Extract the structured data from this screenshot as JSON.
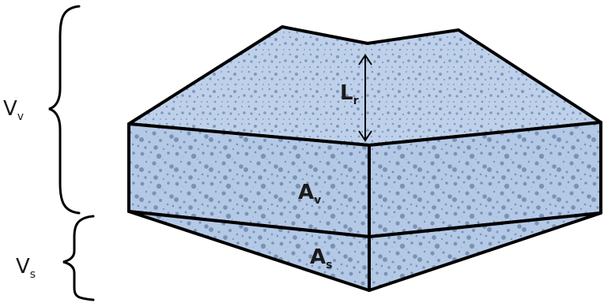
{
  "labels": {
    "lr": {
      "main": "L",
      "sub": "r"
    },
    "av": {
      "main": "A",
      "sub": "v"
    },
    "as": {
      "main": "A",
      "sub": "s"
    },
    "vv": {
      "main": "V",
      "sub": "v"
    },
    "vs": {
      "main": "V",
      "sub": "s"
    }
  },
  "colors": {
    "block_fill": "#b4c9e6",
    "top_fill": "#bdd0ea",
    "dots": "#7b93b3",
    "outline": "#000000"
  }
}
